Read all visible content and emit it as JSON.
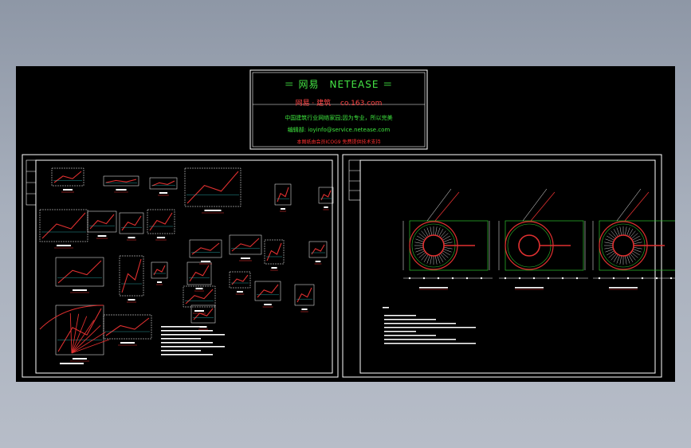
{
  "title_block": {
    "line1": "＝ 网易　NETEASE ＝",
    "line2": "网易 · 建筑　 co.163.com",
    "line3": "中国建筑行业网络家园;因为专业，所以完美",
    "line4": "编辑部: ioyinfo@service.netease.com",
    "line5": "本图纸由会员ICOG9 免费提供技术支持"
  },
  "colors": {
    "background": "#a0a8b6",
    "canvas": "#000000",
    "frame": "#ffffff",
    "title_green": "#45e645",
    "title_red": "#ff4545",
    "drawing_red": "#e03030",
    "drawing_green": "#30c030"
  }
}
